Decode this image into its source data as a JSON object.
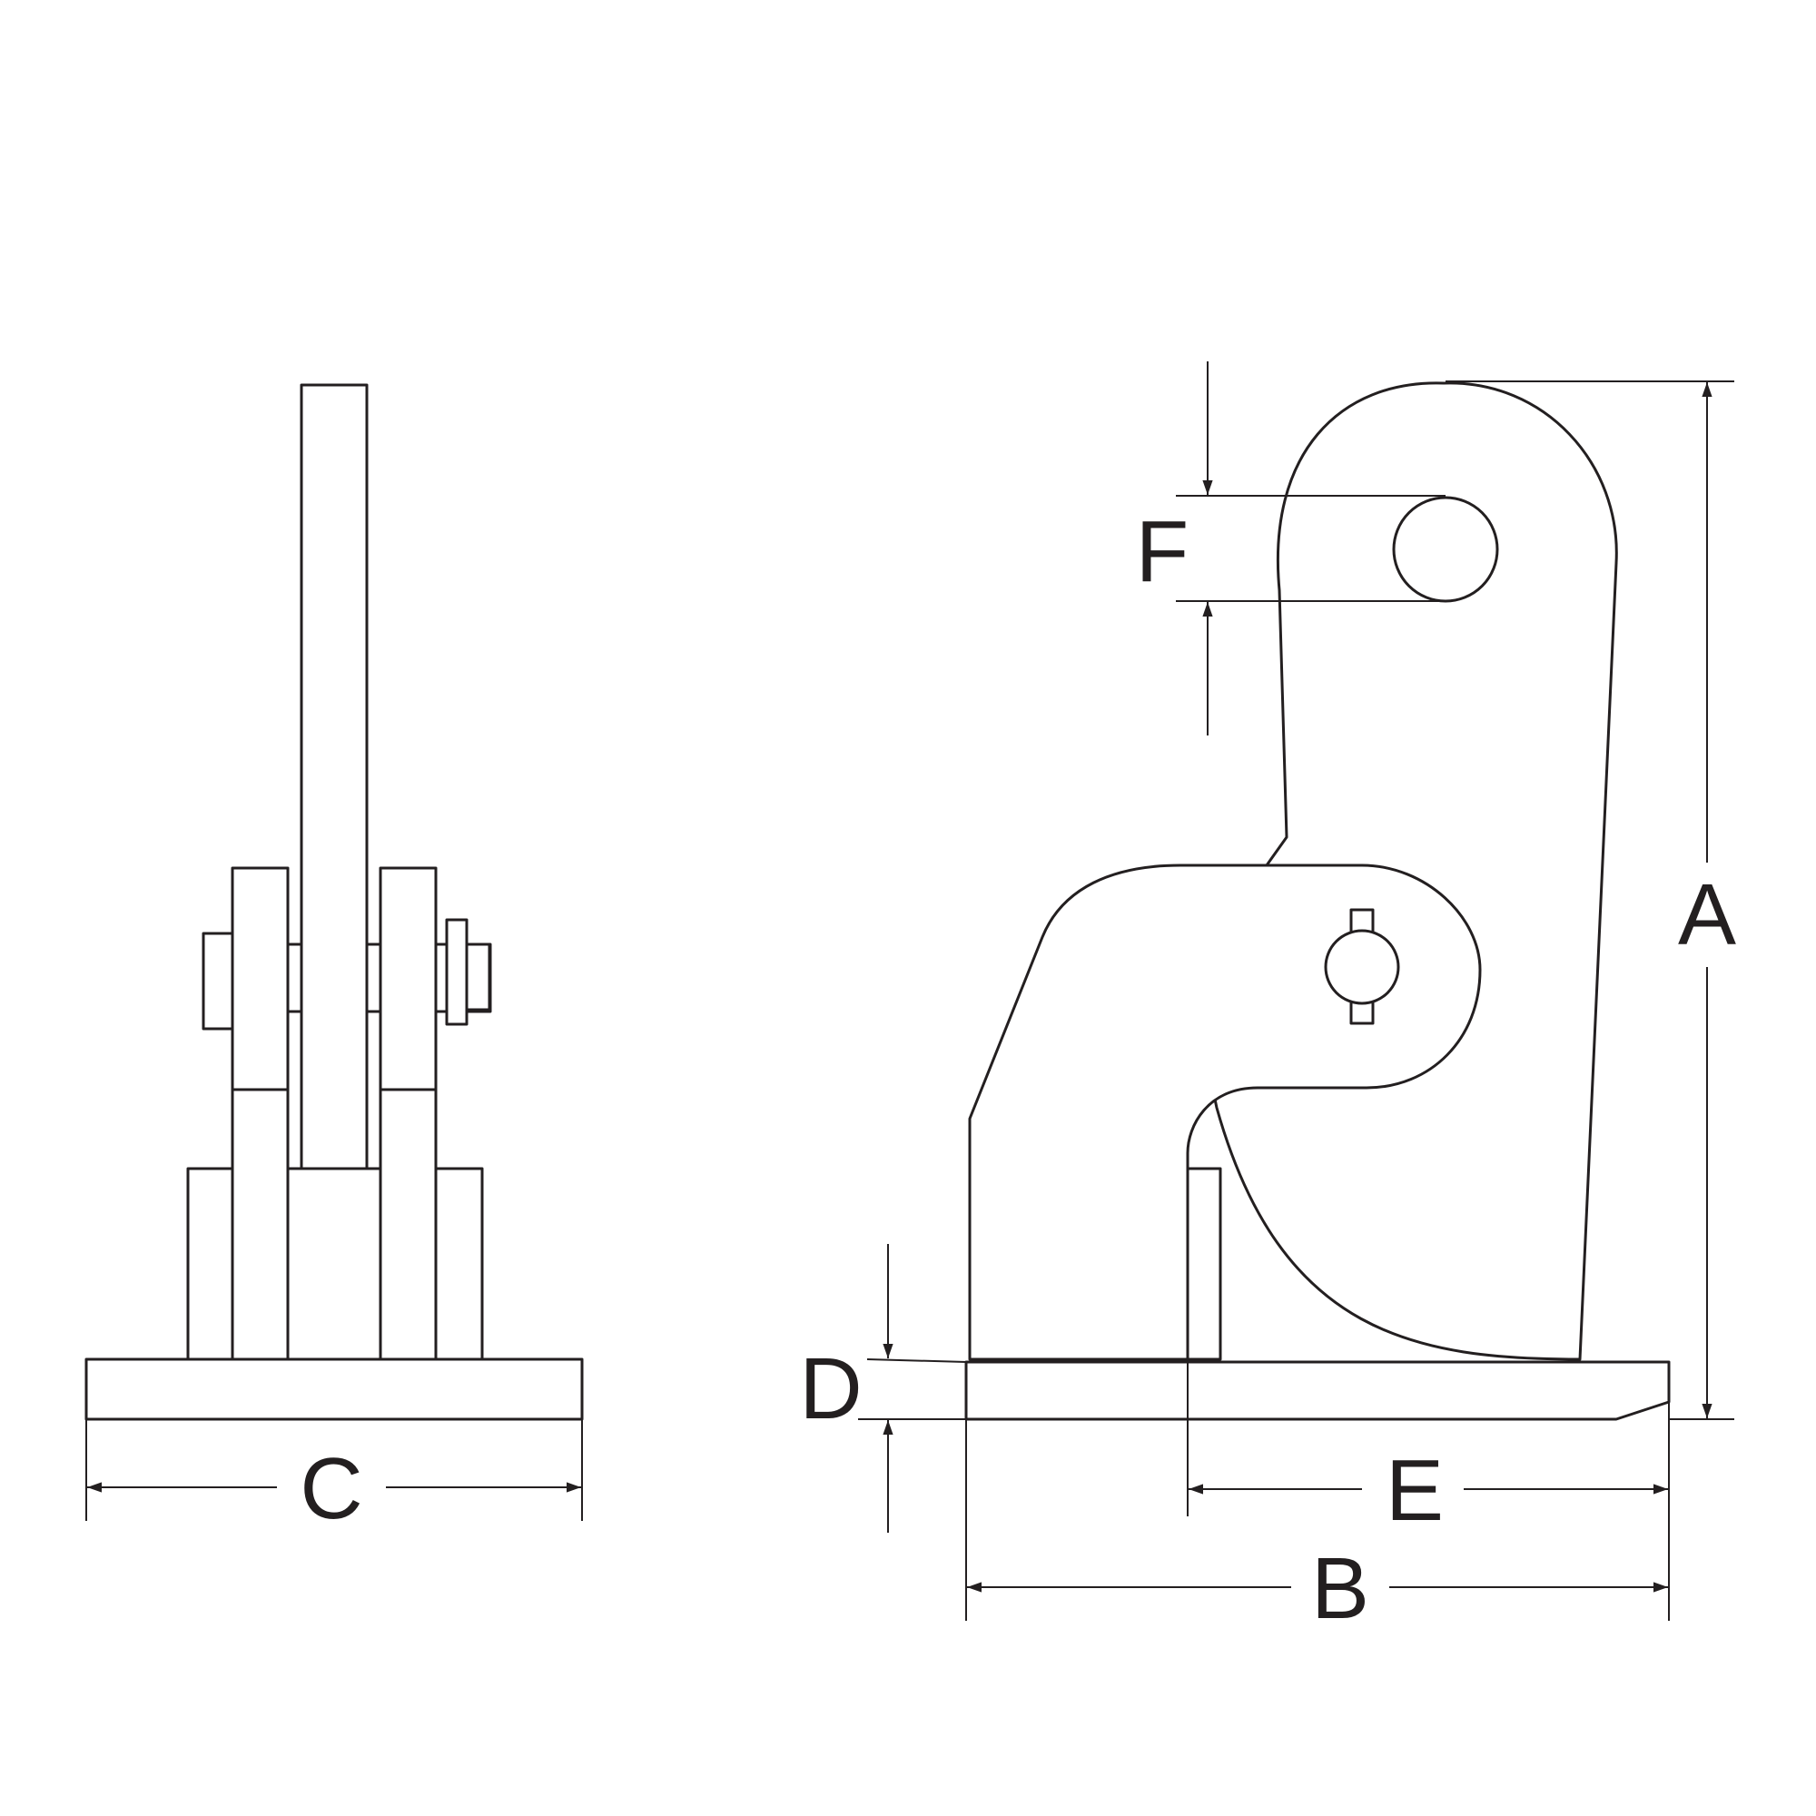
{
  "colors": {
    "line": "#231f20",
    "background": "#ffffff"
  },
  "dimensions": {
    "a": "A",
    "b": "B",
    "c": "C",
    "d": "D",
    "e": "E",
    "f": "F"
  }
}
